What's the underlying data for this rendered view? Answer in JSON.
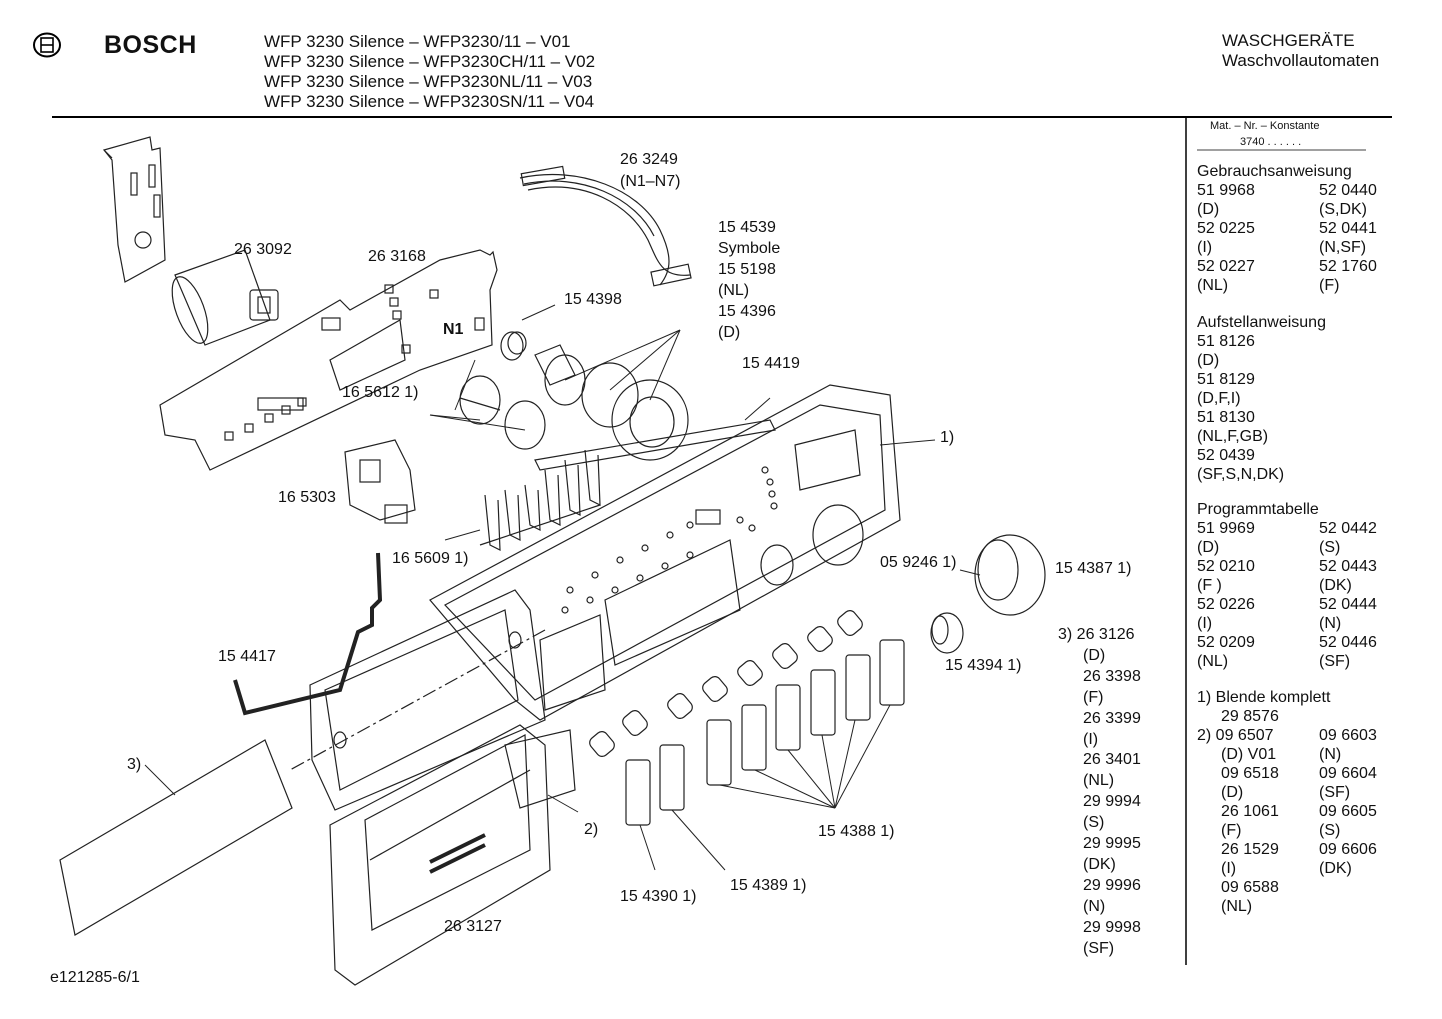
{
  "header": {
    "brand": "BOSCH",
    "models": [
      "WFP 3230 Silence – WFP3230/11 – V01",
      "WFP 3230 Silence – WFP3230CH/11 – V02",
      "WFP 3230 Silence – WFP3230NL/11 – V03",
      "WFP 3230 Silence – WFP3230SN/11 – V04"
    ],
    "category": "WASCHGERÄTE",
    "subcategory": "Waschvollautomaten"
  },
  "sidebar": {
    "mat_header": "Mat. – Nr. – Konstante",
    "mat_value": "3740 . . . . . .",
    "sections": [
      {
        "title": "Gebrauchsanweisung",
        "rows": [
          [
            "51 9968",
            "52 0440"
          ],
          [
            "(D)",
            "(S,DK)"
          ],
          [
            "52 0225",
            "52 0441"
          ],
          [
            "(I)",
            "(N,SF)"
          ],
          [
            "52 0227",
            "52 1760"
          ],
          [
            "(NL)",
            "(F)"
          ]
        ]
      },
      {
        "title": "Aufstellanweisung",
        "rows": [
          [
            "51 8126",
            ""
          ],
          [
            "(D)",
            ""
          ],
          [
            "51 8129",
            ""
          ],
          [
            "(D,F,I)",
            ""
          ],
          [
            "51 8130",
            ""
          ],
          [
            "(NL,F,GB)",
            ""
          ],
          [
            "52 0439",
            ""
          ],
          [
            "(SF,S,N,DK)",
            ""
          ]
        ]
      },
      {
        "title": "Programmtabelle",
        "rows": [
          [
            "51 9969",
            "52 0442"
          ],
          [
            "(D)",
            "(S)"
          ],
          [
            "52 0210",
            "52 0443"
          ],
          [
            "(F )",
            "(DK)"
          ],
          [
            "52 0226",
            "52 0444"
          ],
          [
            "(I)",
            "(N)"
          ],
          [
            "52 0209",
            "52 0446"
          ],
          [
            "(NL)",
            "(SF)"
          ]
        ]
      }
    ],
    "notes": {
      "note1_title": "1) Blende komplett",
      "note1_value": "29 8576",
      "note2_rows": [
        [
          "2) 09 6507",
          "09 6603"
        ],
        [
          "(D) V01",
          "(N)"
        ],
        [
          "09 6518",
          "09 6604"
        ],
        [
          "(D)",
          "(SF)"
        ],
        [
          "26 1061",
          "09 6605"
        ],
        [
          "(F)",
          "(S)"
        ],
        [
          "26 1529",
          "09 6606"
        ],
        [
          "(I)",
          "(DK)"
        ],
        [
          "09 6588",
          ""
        ],
        [
          "(NL)",
          ""
        ]
      ]
    }
  },
  "parts": {
    "p263249": "26 3249",
    "p263249_sub": "(N1–N7)",
    "p263092": "26 3092",
    "p263168": "26 3168",
    "n1": "N1",
    "p154539": "15 4539",
    "symbole": "Symbole",
    "p155198": "15 5198",
    "p155198_sub": "(NL)",
    "p154396": "15 4396",
    "p154396_sub": "(D)",
    "p154398": "15 4398",
    "p154419": "15 4419",
    "p165612": "16 5612 1)",
    "ref1": "1)",
    "p165303": "16 5303",
    "p165609": "16 5609 1)",
    "p059246": "05 9246 1)",
    "p154387": "15 4387 1)",
    "p154417": "15 4417",
    "p154394": "15 4394 1)",
    "ref3": "3)",
    "ref2": "2)",
    "p154388": "15 4388 1)",
    "p154390": "15 4390 1)",
    "p154389": "15 4389 1)",
    "p263127": "26 3127",
    "list3": [
      "3) 26 3126",
      "(D)",
      "26 3398",
      "(F)",
      "26 3399",
      "(I)",
      "26 3401",
      "(NL)",
      "29 9994",
      "(S)",
      "29 9995",
      "(DK)",
      "29 9996",
      "(N)",
      "29 9998",
      "(SF)"
    ]
  },
  "footer": {
    "code": "e121285-6/1"
  }
}
